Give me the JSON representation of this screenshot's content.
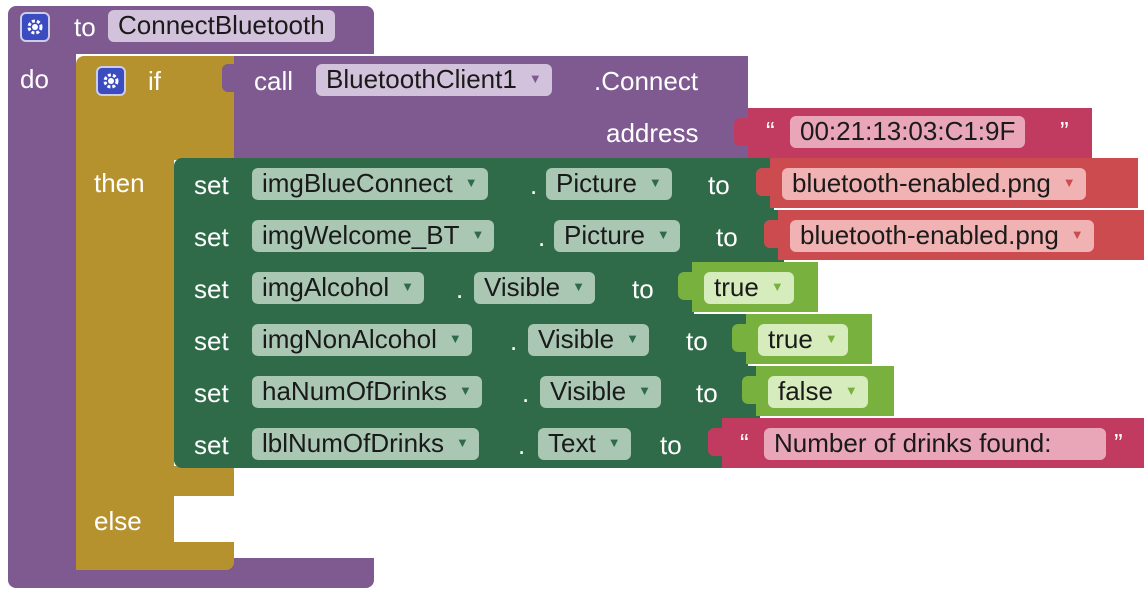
{
  "procedure": {
    "keyword_to": "to",
    "name": "ConnectBluetooth",
    "keyword_do": "do",
    "icon": "gear-icon"
  },
  "if_block": {
    "keyword_if": "if",
    "keyword_then": "then",
    "keyword_else": "else",
    "icon": "gear-icon"
  },
  "call_block": {
    "keyword_call": "call",
    "component": "BluetoothClient1",
    "method": ".Connect",
    "arg_label": "address",
    "address_value": "00:21:13:03:C1:9F",
    "open_quote": "“",
    "close_quote": "”"
  },
  "set_blocks": [
    {
      "keyword": "set",
      "component": "imgBlueConnect",
      "dot": ".",
      "property": "Picture",
      "to": "to",
      "value_type": "picture",
      "value": "bluetooth-enabled.png"
    },
    {
      "keyword": "set",
      "component": "imgWelcome_BT",
      "dot": ".",
      "property": "Picture",
      "to": "to",
      "value_type": "picture",
      "value": "bluetooth-enabled.png"
    },
    {
      "keyword": "set",
      "component": "imgAlcohol",
      "dot": ".",
      "property": "Visible",
      "to": "to",
      "value_type": "boolean",
      "value": "true"
    },
    {
      "keyword": "set",
      "component": "imgNonAlcohol",
      "dot": ".",
      "property": "Visible",
      "to": "to",
      "value_type": "boolean",
      "value": "true"
    },
    {
      "keyword": "set",
      "component": "haNumOfDrinks",
      "dot": ".",
      "property": "Visible",
      "to": "to",
      "value_type": "boolean",
      "value": "false"
    },
    {
      "keyword": "set",
      "component": "lblNumOfDrinks",
      "dot": ".",
      "property": "Text",
      "to": "to",
      "value_type": "text",
      "value": "Number of drinks found: ",
      "open_quote": "“",
      "close_quote": "”"
    }
  ],
  "dropdown_arrow": "▼",
  "colors": {
    "procedure": "#7e5a91",
    "control": "#b6922f",
    "setter": "#2f6b48",
    "text": "#c13a5f",
    "picture": "#cc4b4e",
    "boolean": "#78b13e"
  }
}
